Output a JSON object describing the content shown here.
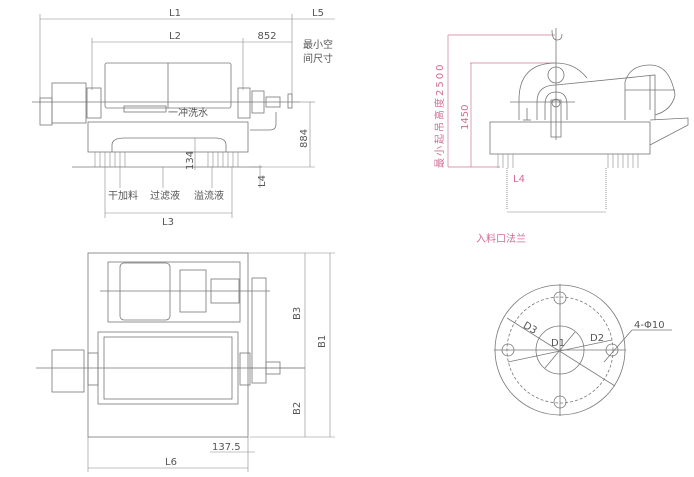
{
  "front_view": {
    "dims": {
      "l1": "L1",
      "l5": "L5",
      "l2": "L2",
      "d852": "852",
      "d884": "884",
      "d134": "134",
      "l4": "L4",
      "l3": "L3"
    },
    "min_space_line1": "最小空",
    "min_space_line2": "间尺寸",
    "wash_water": "一冲洗水",
    "outlets": {
      "dry_feed": "干加料",
      "filtrate": "过滤液",
      "overflow": "溢流液"
    }
  },
  "side_view": {
    "min_lift_height": "最小起吊高度2500",
    "d1450": "1450",
    "l4": "L4",
    "inlet_flange": "入料口法兰"
  },
  "top_view": {
    "dims": {
      "b1": "B1",
      "b2": "B2",
      "b3": "B3",
      "d137": "137.5",
      "l6": "L6"
    }
  },
  "flange_view": {
    "d1": "D1",
    "d2": "D2",
    "d3": "D3",
    "holes": "4-Φ10"
  },
  "colors": {
    "line": "#777777",
    "accent": "#d36c93"
  }
}
